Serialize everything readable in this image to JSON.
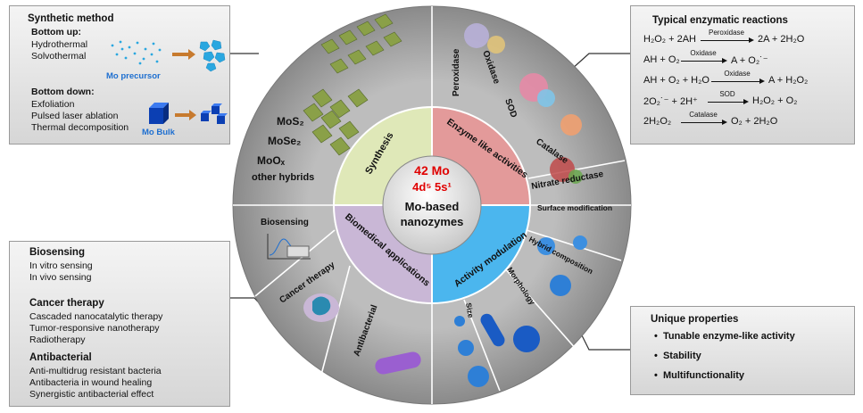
{
  "synthetic": {
    "title": "Synthetic method",
    "bottom_up": "Bottom up:",
    "bottom_up_items": [
      "Hydrothermal",
      "Solvothermal"
    ],
    "precursor": "Mo precursor",
    "bottom_down": "Bottom down:",
    "bottom_down_items": [
      "Exfoliation",
      "Pulsed laser ablation",
      "Thermal decomposition"
    ],
    "bulk": "Mo Bulk"
  },
  "reactions": {
    "title": "Typical enzymatic reactions",
    "items": [
      {
        "left": "H₂O₂ + 2AH",
        "enzyme": "Peroxidase",
        "right": "2A + 2H₂O"
      },
      {
        "left": "AH + O₂",
        "enzyme": "Oxidase",
        "right": "A + O₂˙⁻"
      },
      {
        "left": "AH + O₂ + H₂O",
        "enzyme": "Oxidase",
        "right": "A + H₂O₂"
      },
      {
        "left": "2O₂˙⁻ + 2H⁺",
        "enzyme": "SOD",
        "right": "H₂O₂ + O₂"
      },
      {
        "left": "2H₂O₂",
        "enzyme": "Catalase",
        "right": "O₂ + 2H₂O"
      }
    ]
  },
  "applications": {
    "sections": [
      {
        "title": "Biosensing",
        "items": [
          "In vitro sensing",
          "In vivo sensing"
        ]
      },
      {
        "title": "Cancer therapy",
        "items": [
          "Cascaded nanocatalytic therapy",
          "Tumor-responsive nanotherapy",
          "Radiotherapy"
        ]
      },
      {
        "title": "Antibacterial",
        "items": [
          "Anti-multidrug resistant bacteria",
          "Antibacteria in wound healing",
          "Synergistic antibacterial effect"
        ]
      }
    ]
  },
  "properties": {
    "title": "Unique properties",
    "items": [
      "Tunable enzyme-like activity",
      "Stability",
      "Multifunctionality"
    ]
  },
  "center": {
    "element": "42 Mo",
    "config": "4d⁵ 5s¹",
    "name_line1": "Mo-based",
    "name_line2": "nanozymes"
  },
  "quadrants": {
    "synthesis": "Synthesis",
    "enzyme": "Enzyme like activities",
    "biomedical": "Biomedical applications",
    "activity": "Activity modulation"
  },
  "outer": {
    "materials": [
      "MoS₂",
      "MoSe₂",
      "MoOₓ",
      "other hybrids"
    ],
    "enzymes": [
      "Peroxidase",
      "Oxidase",
      "SOD",
      "Catalase",
      "Nitrate reductase"
    ],
    "modulation": [
      "Surface modification",
      "Hybrid composition",
      "Morphology",
      "Size"
    ],
    "applications": [
      "Biosensing",
      "Cancer therapy",
      "Antibacterial"
    ]
  },
  "colors": {
    "synthesis": "#dfe8b8",
    "enzyme": "#e39a9a",
    "biomedical": "#c9b7d6",
    "activity": "#4bb6ee",
    "ring": "#a8a8a8",
    "accent_red": "#e00000",
    "icon_blue": "#1e6fd0",
    "arrow_orange": "#c77a2e"
  }
}
